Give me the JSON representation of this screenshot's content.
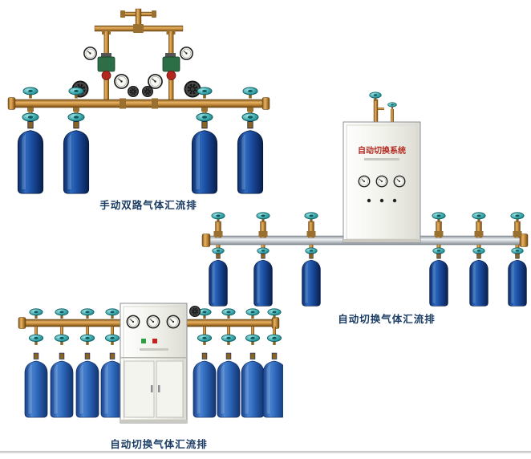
{
  "page": {
    "background": "#ffffff"
  },
  "products": [
    {
      "name": "manual-dual-row-manifold",
      "caption": "手动双路气体汇流排"
    },
    {
      "name": "auto-switch-manifold-wall",
      "caption": "自动切换气体汇流排",
      "cabinet_label": "自动切换系统"
    },
    {
      "name": "auto-switch-manifold-floor",
      "caption": "自动切换气体汇流排"
    }
  ],
  "palette": {
    "brass": "#c98f3d",
    "steel_pipe": "#c9ced3",
    "cylinder_dark_blue": "#1b4da0",
    "cylinder_medium_blue": "#2a62b4",
    "valve_teal": "#35a2a6",
    "cabinet_white": "#f2f2ec",
    "caption_text": "#1b3c63",
    "cabinet_label_red": "#b3261c"
  }
}
